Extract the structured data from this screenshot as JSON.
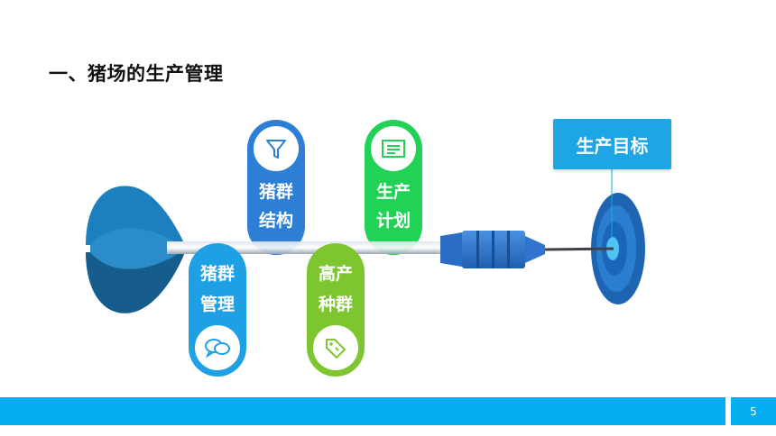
{
  "slide": {
    "title": "一、猪场的生产管理",
    "page_number": "5"
  },
  "goal": {
    "label": "生产目标"
  },
  "items": [
    {
      "line1": "猪群",
      "line2": "结构",
      "icon": "funnel-icon",
      "color": "#2d7fd6"
    },
    {
      "line1": "生产",
      "line2": "计划",
      "icon": "document-icon",
      "color": "#22d256"
    },
    {
      "line1": "猪群",
      "line2": "管理",
      "icon": "chat-bubbles-icon",
      "color": "#1fa0e5"
    },
    {
      "line1": "高产",
      "line2": "种群",
      "icon": "price-tags-icon",
      "color": "#7dc630"
    }
  ],
  "colors": {
    "accent_blue": "#04aef0",
    "dark_blue": "#1a5f93",
    "green": "#22d256",
    "lime": "#7dc630"
  }
}
